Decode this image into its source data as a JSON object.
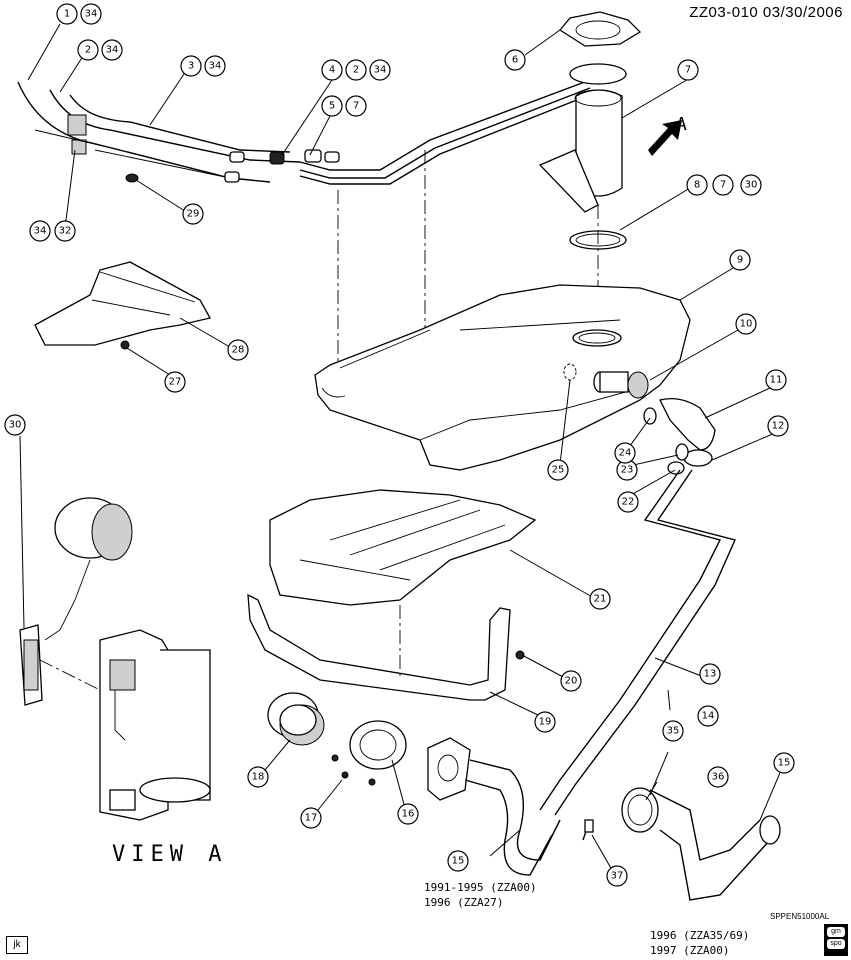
{
  "header": {
    "code": "ZZ03-010 03/30/2006"
  },
  "view_label": "VIEW A",
  "view_arrow_label": "A",
  "notes": {
    "left": [
      "1991-1995 (ZZA00)",
      "1996 (ZZA27)"
    ],
    "right": [
      "1996 (ZZA35/69)",
      "1997 (ZZA00)"
    ]
  },
  "reference_code": "SPPEN51000AL",
  "initials": "jk",
  "logo": {
    "top": "gm",
    "bottom": "spo"
  },
  "callouts": [
    {
      "id": "c1",
      "label": "1"
    },
    {
      "id": "c34a",
      "label": "34"
    },
    {
      "id": "c2",
      "label": "2"
    },
    {
      "id": "c34b",
      "label": "34"
    },
    {
      "id": "c3",
      "label": "3"
    },
    {
      "id": "c34c",
      "label": "34"
    },
    {
      "id": "c4",
      "label": "4"
    },
    {
      "id": "c2b",
      "label": "2"
    },
    {
      "id": "c34d",
      "label": "34"
    },
    {
      "id": "c5",
      "label": "5"
    },
    {
      "id": "c7a",
      "label": "7"
    },
    {
      "id": "c6",
      "label": "6"
    },
    {
      "id": "c7b",
      "label": "7"
    },
    {
      "id": "c8",
      "label": "8"
    },
    {
      "id": "c7c",
      "label": "7"
    },
    {
      "id": "c30a",
      "label": "30"
    },
    {
      "id": "c9",
      "label": "9"
    },
    {
      "id": "c10",
      "label": "10"
    },
    {
      "id": "c11",
      "label": "11"
    },
    {
      "id": "c12",
      "label": "12"
    },
    {
      "id": "c13",
      "label": "13"
    },
    {
      "id": "c14",
      "label": "14"
    },
    {
      "id": "c15a",
      "label": "15"
    },
    {
      "id": "c15b",
      "label": "15"
    },
    {
      "id": "c16",
      "label": "16"
    },
    {
      "id": "c17",
      "label": "17"
    },
    {
      "id": "c18",
      "label": "18"
    },
    {
      "id": "c19",
      "label": "19"
    },
    {
      "id": "c20",
      "label": "20"
    },
    {
      "id": "c21",
      "label": "21"
    },
    {
      "id": "c22",
      "label": "22"
    },
    {
      "id": "c23",
      "label": "23"
    },
    {
      "id": "c24",
      "label": "24"
    },
    {
      "id": "c25",
      "label": "25"
    },
    {
      "id": "c27",
      "label": "27"
    },
    {
      "id": "c28",
      "label": "28"
    },
    {
      "id": "c29",
      "label": "29"
    },
    {
      "id": "c30b",
      "label": "30"
    },
    {
      "id": "c32",
      "label": "32"
    },
    {
      "id": "c34e",
      "label": "34"
    },
    {
      "id": "c35",
      "label": "35"
    },
    {
      "id": "c36",
      "label": "36"
    },
    {
      "id": "c37",
      "label": "37"
    }
  ]
}
